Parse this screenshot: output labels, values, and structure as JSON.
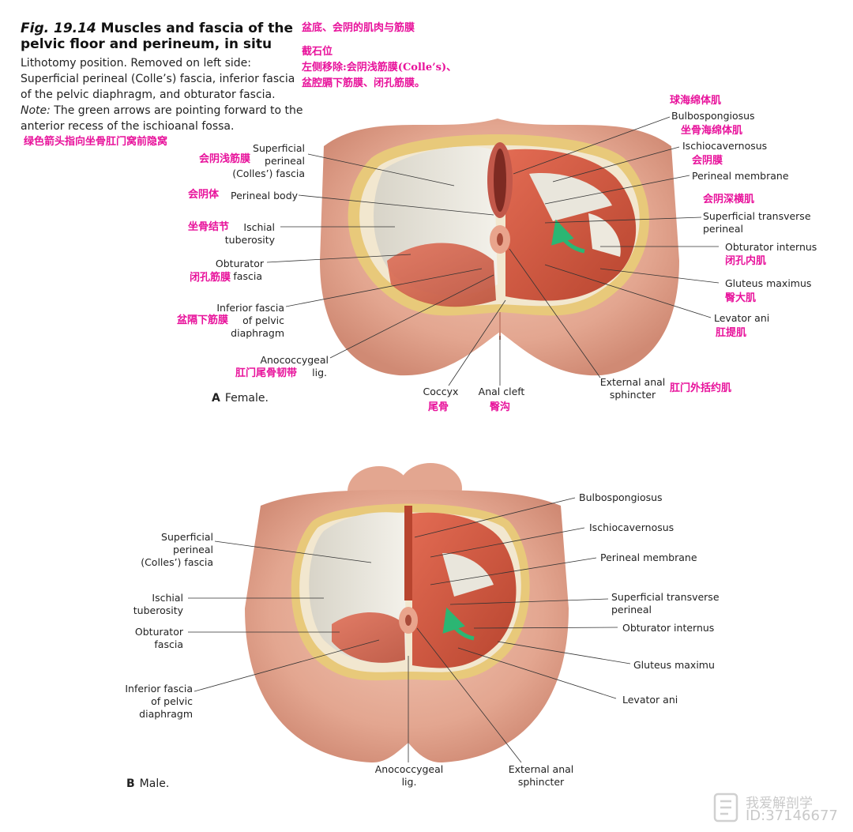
{
  "header": {
    "fig_number": "Fig. 19.14",
    "title_rest": " Muscles and fascia of the pelvic floor and perineum, in situ",
    "description": "Lithotomy position. Removed on left side: Superficial perineal (Colle’s) fascia, inferior fascia of the pelvic diaphragm, and obturator fascia.",
    "note_label": "Note:",
    "note_text": " The green arrows are pointing forward to the anterior recess of the ischioanal fossa."
  },
  "chinese_notes": {
    "title": "盆底、会阴的肌肉与筋膜",
    "position": "截石位",
    "removed_line1": "左侧移除:会阴浅筋膜(Colle’s)、",
    "removed_line2": "盆腔膈下筋膜、闭孔筋膜。",
    "arrow_note": "绿色箭头指向坐骨肛门窝前隐窝"
  },
  "panel_a": {
    "label": "A",
    "caption": "Female.",
    "labels": {
      "superficial_perineal_fascia": [
        "Superficial",
        "perineal",
        "(Colles’) fascia"
      ],
      "superficial_perineal_fascia_cn": "会阴浅筋膜",
      "perineal_body": "Perineal body",
      "perineal_body_cn": "会阴体",
      "ischial_tuberosity": [
        "Ischial",
        "tuberosity"
      ],
      "ischial_tuberosity_cn": "坐骨结节",
      "obturator_fascia": [
        "Obturator",
        "fascia"
      ],
      "obturator_fascia_cn": "闭孔筋膜",
      "inferior_fascia": [
        "Inferior fascia",
        "of pelvic",
        "diaphragm"
      ],
      "inferior_fascia_cn": "盆隔下筋膜",
      "anococcygeal": [
        "Anococcygeal",
        "lig."
      ],
      "anococcygeal_cn": "肛门尾骨韧带",
      "coccyx": "Coccyx",
      "coccyx_cn": "尾骨",
      "anal_cleft": "Anal cleft",
      "anal_cleft_cn": "臀沟",
      "external_anal_sphincter": [
        "External anal",
        "sphincter"
      ],
      "external_anal_sphincter_cn": "肛门外括约肌",
      "bulbospongiosus_cn": "球海绵体肌",
      "bulbospongiosus": "Bulbospongiosus",
      "ischiocavernosus_cn": "坐骨海绵体肌",
      "ischiocavernosus": "Ischiocavernosus",
      "perineal_membrane_cn": "会阴膜",
      "perineal_membrane": "Perineal membrane",
      "superficial_transverse_cn": "会阴深横肌",
      "superficial_transverse": [
        "Superficial transverse",
        "perineal"
      ],
      "obturator_internus": "Obturator internus",
      "obturator_internus_cn": "闭孔内肌",
      "gluteus_maximus": "Gluteus maximus",
      "gluteus_maximus_cn": "臀大肌",
      "levator_ani": "Levator ani",
      "levator_ani_cn": "肛提肌"
    }
  },
  "panel_b": {
    "label": "B",
    "caption": "Male.",
    "labels": {
      "superficial_perineal_fascia": [
        "Superficial",
        "perineal",
        "(Colles’) fascia"
      ],
      "ischial_tuberosity": [
        "Ischial",
        "tuberosity"
      ],
      "obturator_fascia": [
        "Obturator",
        "fascia"
      ],
      "inferior_fascia": [
        "Inferior fascia",
        "of pelvic",
        "diaphragm"
      ],
      "anococcygeal": [
        "Anococcygeal",
        "lig."
      ],
      "external_anal_sphincter": [
        "External anal",
        "sphincter"
      ],
      "bulbospongiosus": "Bulbospongiosus",
      "ischiocavernosus": "Ischiocavernosus",
      "perineal_membrane": "Perineal membrane",
      "superficial_transverse": [
        "Superficial transverse",
        "perineal"
      ],
      "obturator_internus": "Obturator internus",
      "gluteus_maximus": "Gluteus maximu",
      "levator_ani": "Levator ani"
    }
  },
  "watermark": {
    "line1": "我爱解剖学",
    "line2": "ID:37146677"
  },
  "colors": {
    "skin": "#e9b49f",
    "skin_dark": "#c98672",
    "muscle": "#d9604a",
    "fat": "#e8c97a",
    "fascia": "#e7e3d8",
    "arrow": "#2bb673",
    "chinese_label": "#e8129b"
  }
}
